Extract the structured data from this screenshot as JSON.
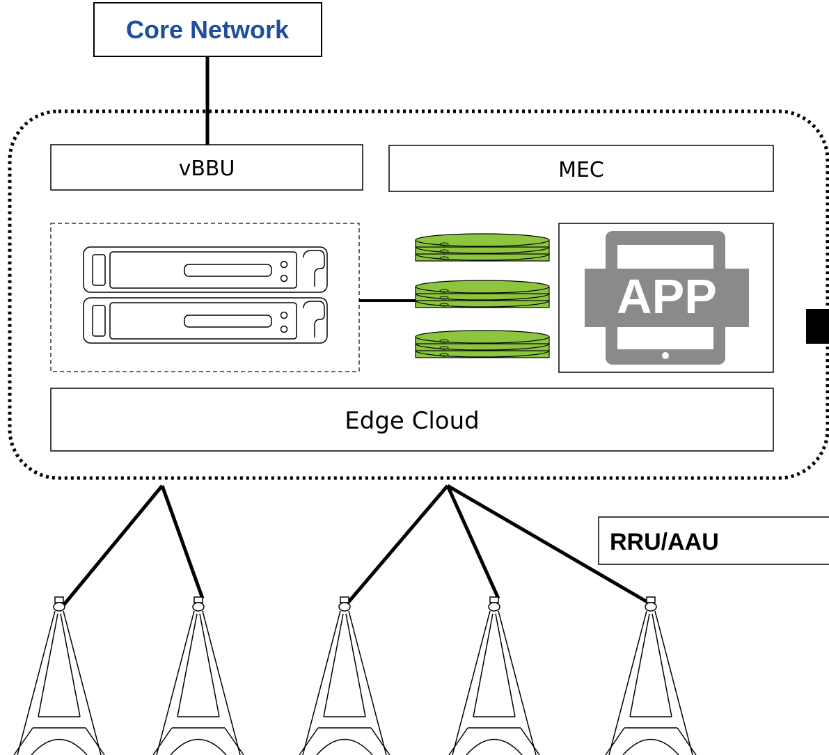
{
  "diagram": {
    "core_network": {
      "label": "Core Network",
      "color": "#1f4e9c"
    },
    "vbbu": {
      "label": "vBBU"
    },
    "mec": {
      "label": "MEC"
    },
    "edge_cloud": {
      "label": "Edge Cloud"
    },
    "app": {
      "label": "APP",
      "color": "#888888"
    },
    "rru": {
      "label": "RRU/AAU"
    },
    "storage": {
      "color": "#8cc63f"
    },
    "towers": {
      "count": 5,
      "icon": "radio-tower-icon"
    },
    "server": {
      "icon": "rack-server-icon"
    }
  }
}
